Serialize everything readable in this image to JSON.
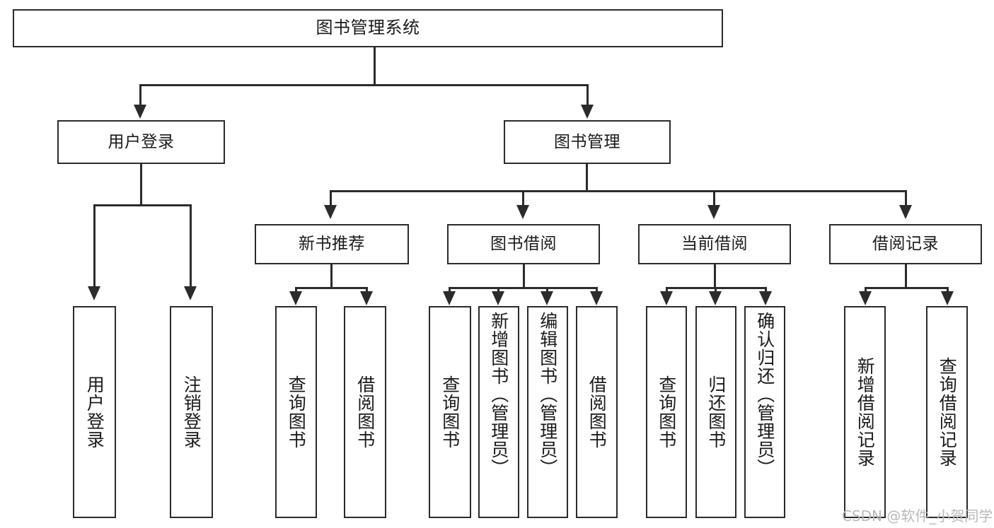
{
  "diagram": {
    "type": "tree-hierarchy-diagram",
    "title": "图书管理系统",
    "orientation": "top-down",
    "colors": {
      "stroke": "#2b2b2b",
      "fill": "#ffffff",
      "text": "#1a1a1a",
      "watermark": "#b9b9b9"
    },
    "levels": [
      {
        "level": 1,
        "nodes": [
          {
            "id": "root",
            "label": "图书管理系统"
          }
        ]
      },
      {
        "level": 2,
        "nodes": [
          {
            "id": "user-login",
            "label": "用户登录",
            "parent": "root"
          },
          {
            "id": "book-management",
            "label": "图书管理",
            "parent": "root"
          }
        ]
      },
      {
        "level": 3,
        "nodes": [
          {
            "id": "new-book-recommend",
            "label": "新书推荐",
            "parent": "book-management"
          },
          {
            "id": "book-borrow",
            "label": "图书借阅",
            "parent": "book-management"
          },
          {
            "id": "current-borrow",
            "label": "当前借阅",
            "parent": "book-management"
          },
          {
            "id": "borrow-record",
            "label": "借阅记录",
            "parent": "book-management"
          }
        ]
      },
      {
        "level": 4,
        "nodes": [
          {
            "id": "leaf-user-login",
            "label": "用户登录",
            "parent": "user-login"
          },
          {
            "id": "leaf-user-logout",
            "label": "注销登录",
            "parent": "user-login"
          },
          {
            "id": "leaf-query-book-1",
            "label": "查询图书",
            "parent": "new-book-recommend"
          },
          {
            "id": "leaf-borrow-book-1",
            "label": "借阅图书",
            "parent": "new-book-recommend"
          },
          {
            "id": "leaf-query-book-2",
            "label": "查询图书",
            "parent": "book-borrow"
          },
          {
            "id": "leaf-add-book",
            "label": "新增图书（管理员）",
            "parent": "book-borrow"
          },
          {
            "id": "leaf-edit-book",
            "label": "编辑图书（管理员）",
            "parent": "book-borrow"
          },
          {
            "id": "leaf-borrow-book-2",
            "label": "借阅图书",
            "parent": "book-borrow"
          },
          {
            "id": "leaf-query-book-3",
            "label": "查询图书",
            "parent": "current-borrow"
          },
          {
            "id": "leaf-return-book",
            "label": "归还图书",
            "parent": "current-borrow"
          },
          {
            "id": "leaf-confirm-return",
            "label": "确认归还（管理员）",
            "parent": "current-borrow"
          },
          {
            "id": "leaf-add-record",
            "label": "新增借阅记录",
            "parent": "borrow-record"
          },
          {
            "id": "leaf-query-record",
            "label": "查询借阅记录",
            "parent": "borrow-record"
          }
        ]
      }
    ]
  },
  "watermark": {
    "text": "CSDN @软件_小贺同学"
  }
}
